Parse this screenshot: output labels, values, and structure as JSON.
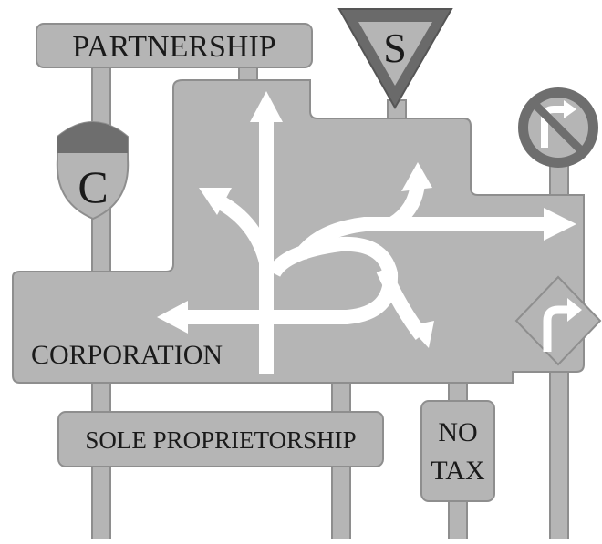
{
  "colors": {
    "sign_fill": "#b5b5b5",
    "sign_stroke": "#8e8e8e",
    "shield_cap": "#6e6e6e",
    "yield_border": "#6a6a6a",
    "arrow": "#ffffff",
    "text": "#1a1a1a"
  },
  "signs": {
    "partnership": "PARTNERSHIP",
    "interstate_letter": "C",
    "yield_letter": "S",
    "corporation": "CORPORATION",
    "sole_proprietorship": "SOLE PROPRIETORSHIP",
    "no_tax_line1": "NO",
    "no_tax_line2": "TAX"
  },
  "icons": {
    "no_right_turn": "no-right-turn-icon",
    "right_turn": "right-turn-arrow-icon",
    "interchange": "highway-interchange-arrows-icon"
  }
}
